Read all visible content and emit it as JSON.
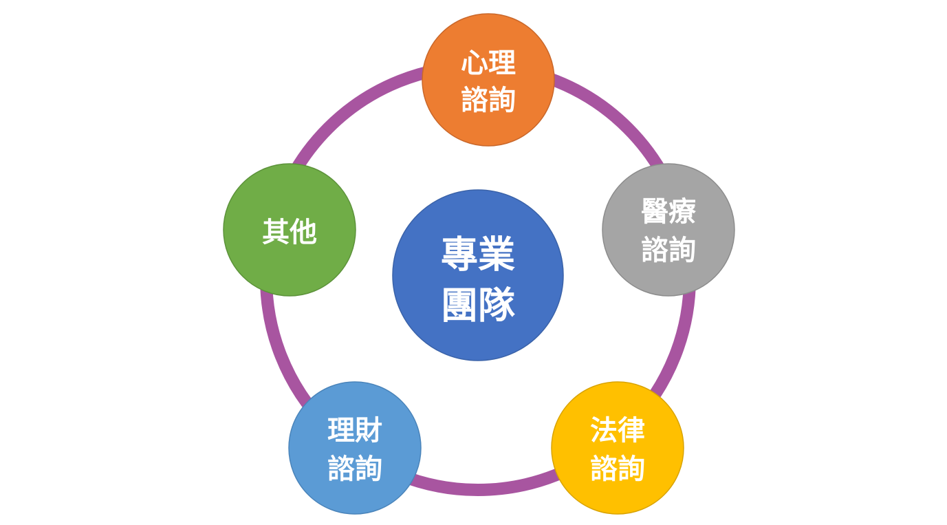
{
  "diagram": {
    "ring_color": "#A855A0",
    "center": {
      "lines": [
        "專業",
        "團隊"
      ],
      "color": "#4472C4"
    },
    "nodes": [
      {
        "id": "psychology",
        "lines": [
          "心理",
          "諮詢"
        ],
        "color": "#ED7D31"
      },
      {
        "id": "medical",
        "lines": [
          "醫療",
          "諮詢"
        ],
        "color": "#A5A5A5"
      },
      {
        "id": "legal",
        "lines": [
          "法律",
          "諮詢"
        ],
        "color": "#FFC000"
      },
      {
        "id": "finance",
        "lines": [
          "理財",
          "諮詢"
        ],
        "color": "#5B9BD5"
      },
      {
        "id": "other",
        "lines": [
          "其他"
        ],
        "color": "#70AD47"
      }
    ]
  }
}
